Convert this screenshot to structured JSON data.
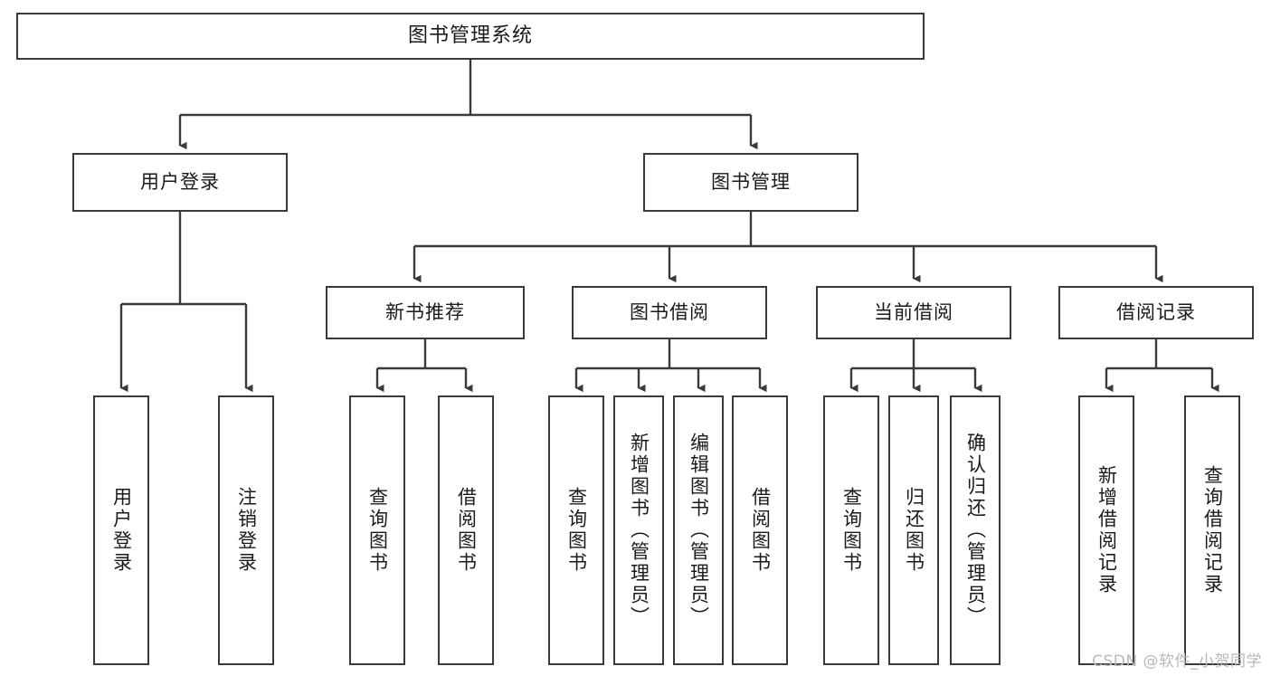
{
  "diagram": {
    "type": "hierarchy-tree",
    "root": {
      "label": "图书管理系统"
    },
    "level2": [
      {
        "label": "用户登录"
      },
      {
        "label": "图书管理"
      }
    ],
    "level3": [
      {
        "label": "新书推荐"
      },
      {
        "label": "图书借阅"
      },
      {
        "label": "当前借阅"
      },
      {
        "label": "借阅记录"
      }
    ],
    "leaves": {
      "user_login": [
        {
          "label": "用户登录"
        },
        {
          "label": "注销登录"
        }
      ],
      "new_book_recommend": [
        {
          "label": "查询图书"
        },
        {
          "label": "借阅图书"
        }
      ],
      "book_borrow": [
        {
          "label": "查询图书"
        },
        {
          "label": "新增图书（管理员）"
        },
        {
          "label": "编辑图书（管理员）"
        },
        {
          "label": "借阅图书"
        }
      ],
      "current_borrow": [
        {
          "label": "查询图书"
        },
        {
          "label": "归还图书"
        },
        {
          "label": "确认归还（管理员）"
        }
      ],
      "borrow_record": [
        {
          "label": "新增借阅记录"
        },
        {
          "label": "查询借阅记录"
        }
      ]
    }
  },
  "watermark": {
    "text": "CSDN @软件_小贺同学"
  },
  "colors": {
    "background": "#ffffff",
    "box_border": "#3a3a3a",
    "connector": "#3a3a3a",
    "text": "#1a1a1a",
    "watermark": "#b8b8b8"
  }
}
